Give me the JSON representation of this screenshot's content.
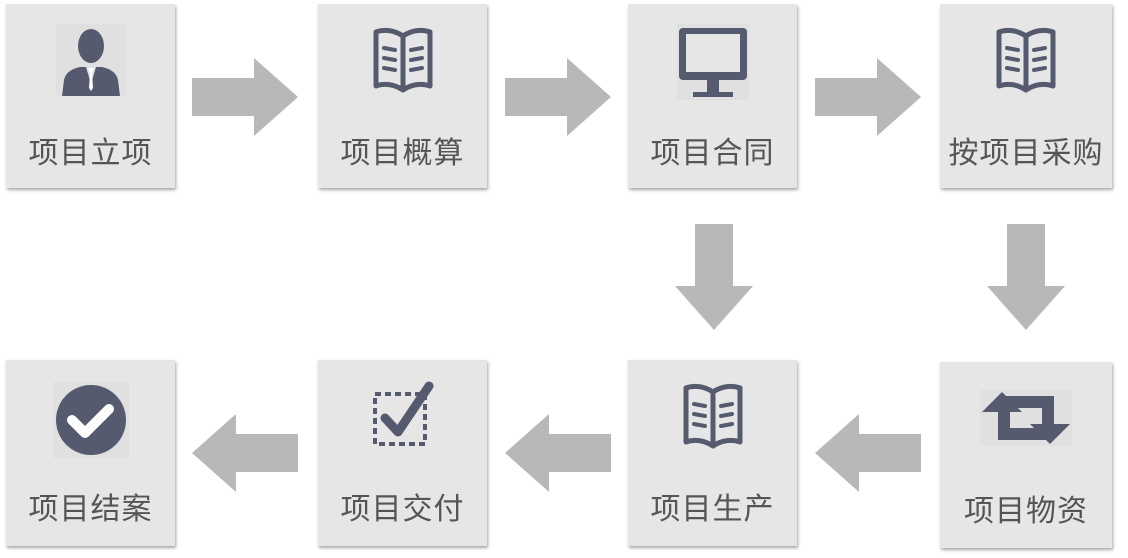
{
  "steps": [
    {
      "label": "项目立项",
      "icon": "person-icon"
    },
    {
      "label": "项目概算",
      "icon": "open-book-icon"
    },
    {
      "label": "项目合同",
      "icon": "monitor-icon"
    },
    {
      "label": "按项目采购",
      "icon": "open-book-icon"
    },
    {
      "label": "项目物资",
      "icon": "retweet-icon"
    },
    {
      "label": "项目生产",
      "icon": "open-book-icon"
    },
    {
      "label": "项目交付",
      "icon": "checkbox-icon"
    },
    {
      "label": "项目结案",
      "icon": "check-circle-icon"
    }
  ],
  "colors": {
    "box": "#e6e6e6",
    "icon": "#555a6e",
    "arrow": "#b8b8b8",
    "text": "#555555"
  }
}
